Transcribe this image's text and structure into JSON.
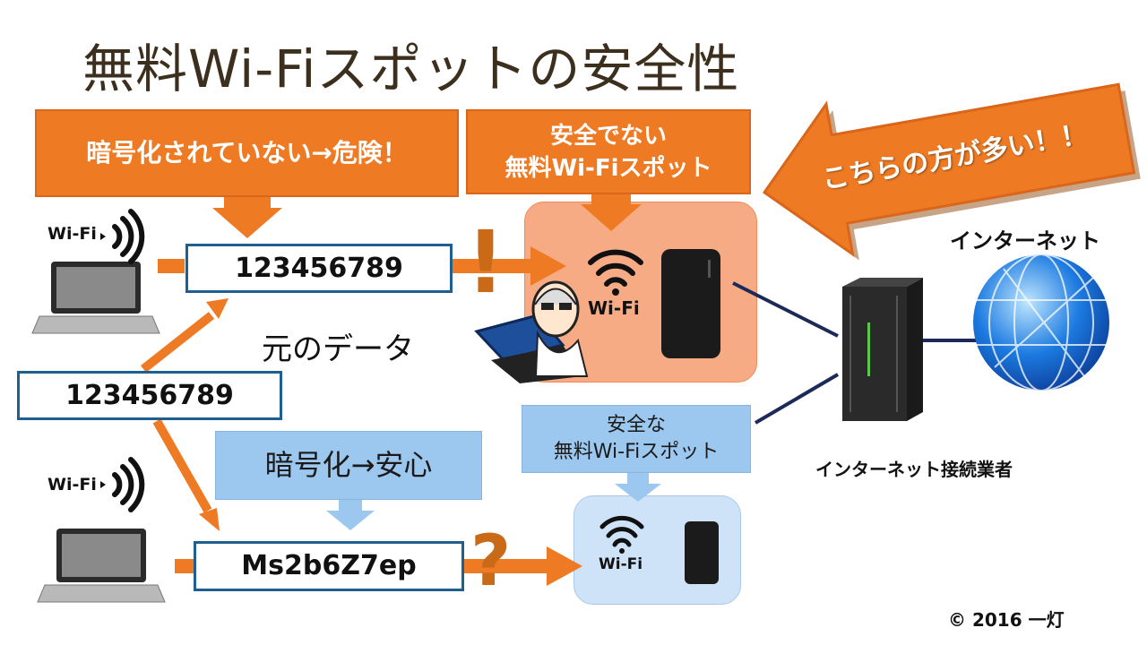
{
  "title": "無料Wi-Fiスポットの安全性",
  "callouts": {
    "unencrypted": "暗号化されていない→危険！",
    "unsafe_line1": "安全でない",
    "unsafe_line2": "無料Wi-Fiスポット",
    "many": "こちらの方が多い！！",
    "encrypted": "暗号化→安心",
    "safe_line1": "安全な",
    "safe_line2": "無料Wi-Fiスポット"
  },
  "data_boxes": {
    "plain_top": "123456789",
    "original": "123456789",
    "cipher": "Ms2b6Z7ep"
  },
  "labels": {
    "original_data": "元のデータ",
    "wifi_laptop_top": "Wi-Fi",
    "wifi_laptop_bottom": "Wi-Fi",
    "wifi_router_top": "Wi-Fi",
    "wifi_router_bottom": "Wi-Fi",
    "exclamation": "!",
    "question": "?",
    "internet": "インターネット",
    "isp": "インターネット接続業者",
    "copyright": "© 2016 一灯"
  },
  "colors": {
    "orange": "#ef7a24",
    "dark_orange_arrow": "#c86a18",
    "light_blue": "#9cc7ee",
    "navy_line": "#1c2a5a",
    "box_border": "#1f5f8f"
  }
}
